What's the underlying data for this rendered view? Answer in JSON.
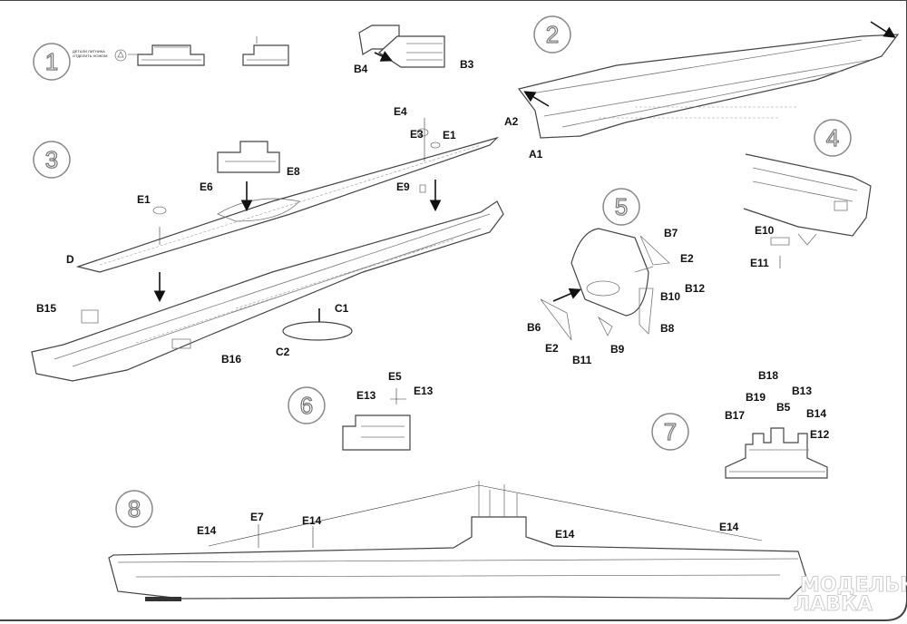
{
  "steps": [
    "1",
    "2",
    "3",
    "4",
    "5",
    "6",
    "7",
    "8"
  ],
  "step1": {
    "note_line1": "ДЕТАЛИ ЛИТНИКА",
    "note_line2": "ОТДЕЛИТЬ НОЖОМ",
    "labels": [
      "B4",
      "B3"
    ]
  },
  "step2": {
    "labels": [
      "A2",
      "A1"
    ]
  },
  "step3": {
    "labels": [
      "E4",
      "E3",
      "E1",
      "E6",
      "E8",
      "E9",
      "E1",
      "D",
      "B15",
      "C1",
      "C2",
      "B16"
    ]
  },
  "step4": {
    "labels": [
      "E10",
      "E11"
    ]
  },
  "step5": {
    "labels": [
      "B7",
      "E2",
      "B12",
      "B10",
      "B6",
      "B8",
      "E2",
      "B9",
      "B11"
    ]
  },
  "step6": {
    "labels": [
      "E5",
      "E13",
      "E13"
    ]
  },
  "step7": {
    "labels": [
      "B18",
      "B19",
      "B13",
      "B17",
      "B5",
      "B14",
      "E12"
    ]
  },
  "step8": {
    "labels": [
      "E14",
      "E7",
      "E14",
      "E14",
      "E14"
    ]
  },
  "watermark": {
    "line1": "МОДЕЛЬНАЯ",
    "line2": "ЛАВКА"
  }
}
